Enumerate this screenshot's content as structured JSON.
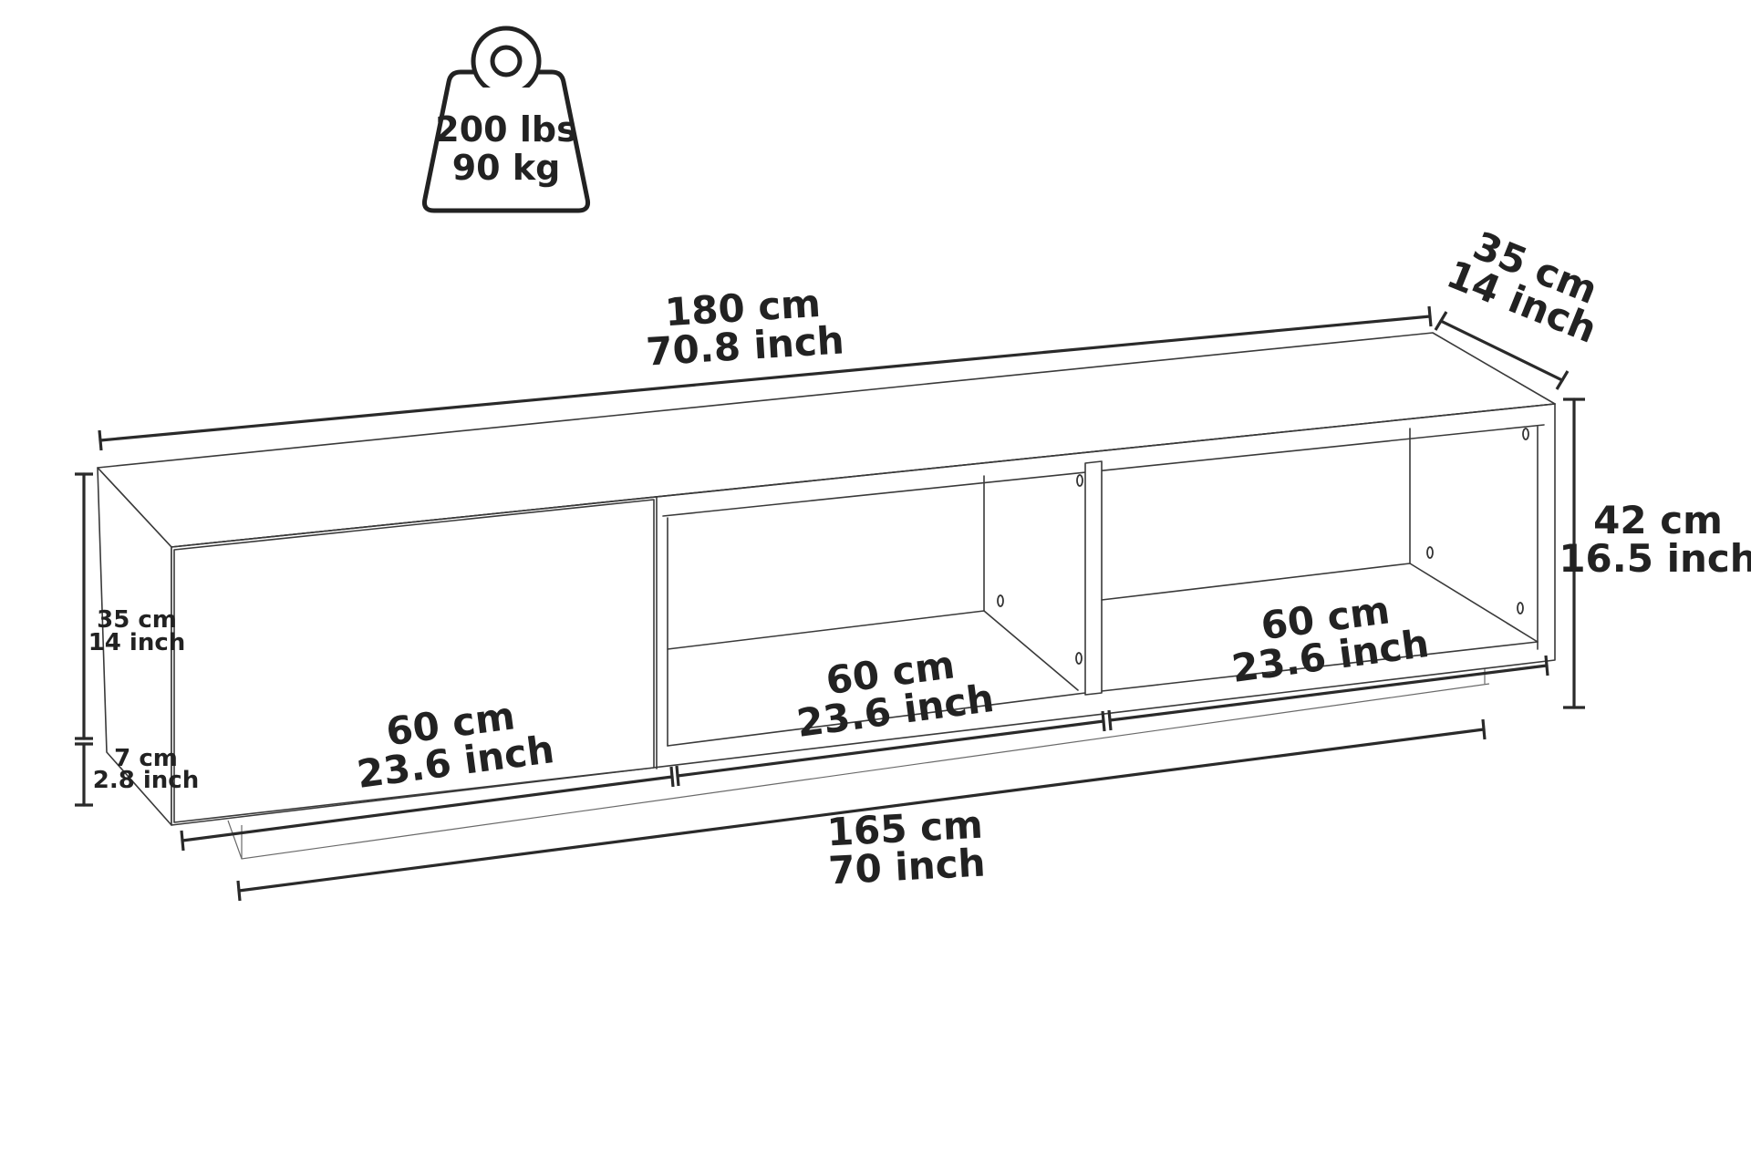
{
  "weight": {
    "lbs": "200 lbs",
    "kg": "90 kg"
  },
  "dimensions": {
    "width_cm": "180 cm",
    "width_inch": "70.8 inch",
    "depth_cm": "35 cm",
    "depth_inch": "14 inch",
    "height_cm": "42 cm",
    "height_inch": "16.5 inch",
    "body_height_cm": "35 cm",
    "body_height_inch": "14 inch",
    "base_height_cm": "7 cm",
    "base_height_inch": "2.8 inch",
    "base_width_cm": "165 cm",
    "base_width_inch": "70 inch"
  },
  "compartments": [
    {
      "cm": "60 cm",
      "inch": "23.6 inch"
    },
    {
      "cm": "60 cm",
      "inch": "23.6 inch"
    },
    {
      "cm": "60 cm",
      "inch": "23.6 inch"
    }
  ]
}
